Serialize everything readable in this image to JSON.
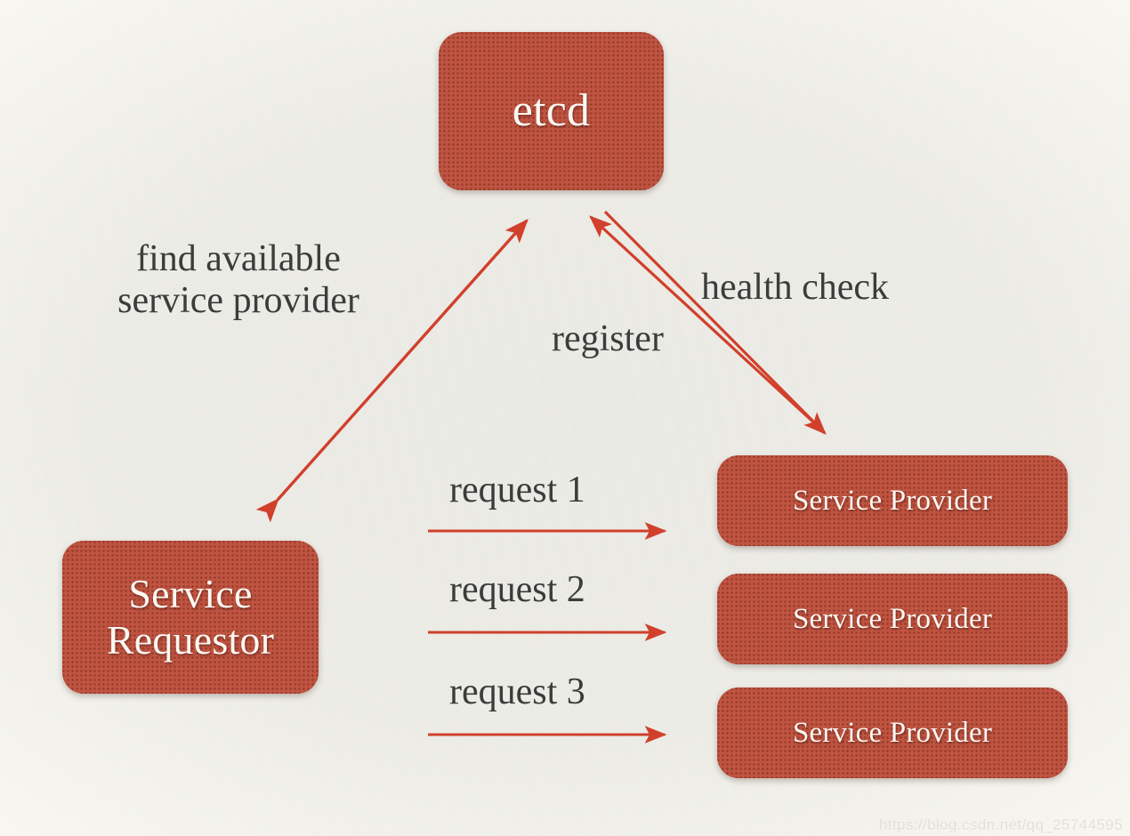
{
  "diagram": {
    "title": "etcd service discovery diagram",
    "background_color": "#e9e8e2",
    "node_color": "#bf5441",
    "arrow_color": "#d1402b",
    "text_color": "#3b3d3a",
    "node_text_color": "#fbf7f2"
  },
  "nodes": {
    "etcd": {
      "label": "etcd"
    },
    "requestor": {
      "label": "Service\nRequestor"
    },
    "providers": [
      {
        "label": "Service Provider"
      },
      {
        "label": "Service Provider"
      },
      {
        "label": "Service Provider"
      }
    ]
  },
  "edges": {
    "find_available": {
      "label": "find available\nservice provider",
      "direction": "bidirectional",
      "from": "Service Requestor",
      "to": "etcd"
    },
    "health_check": {
      "label": "health check",
      "direction": "etcd-to-provider"
    },
    "register": {
      "label": "register",
      "direction": "provider-to-etcd"
    },
    "requests": [
      {
        "label": "request 1",
        "from": "Service Requestor",
        "to": "Service Provider 1"
      },
      {
        "label": "request 2",
        "from": "Service Requestor",
        "to": "Service Provider 2"
      },
      {
        "label": "request 3",
        "from": "Service Requestor",
        "to": "Service Provider 3"
      }
    ]
  },
  "watermark": {
    "text": "https://blog.csdn.net/qq_25744595"
  }
}
